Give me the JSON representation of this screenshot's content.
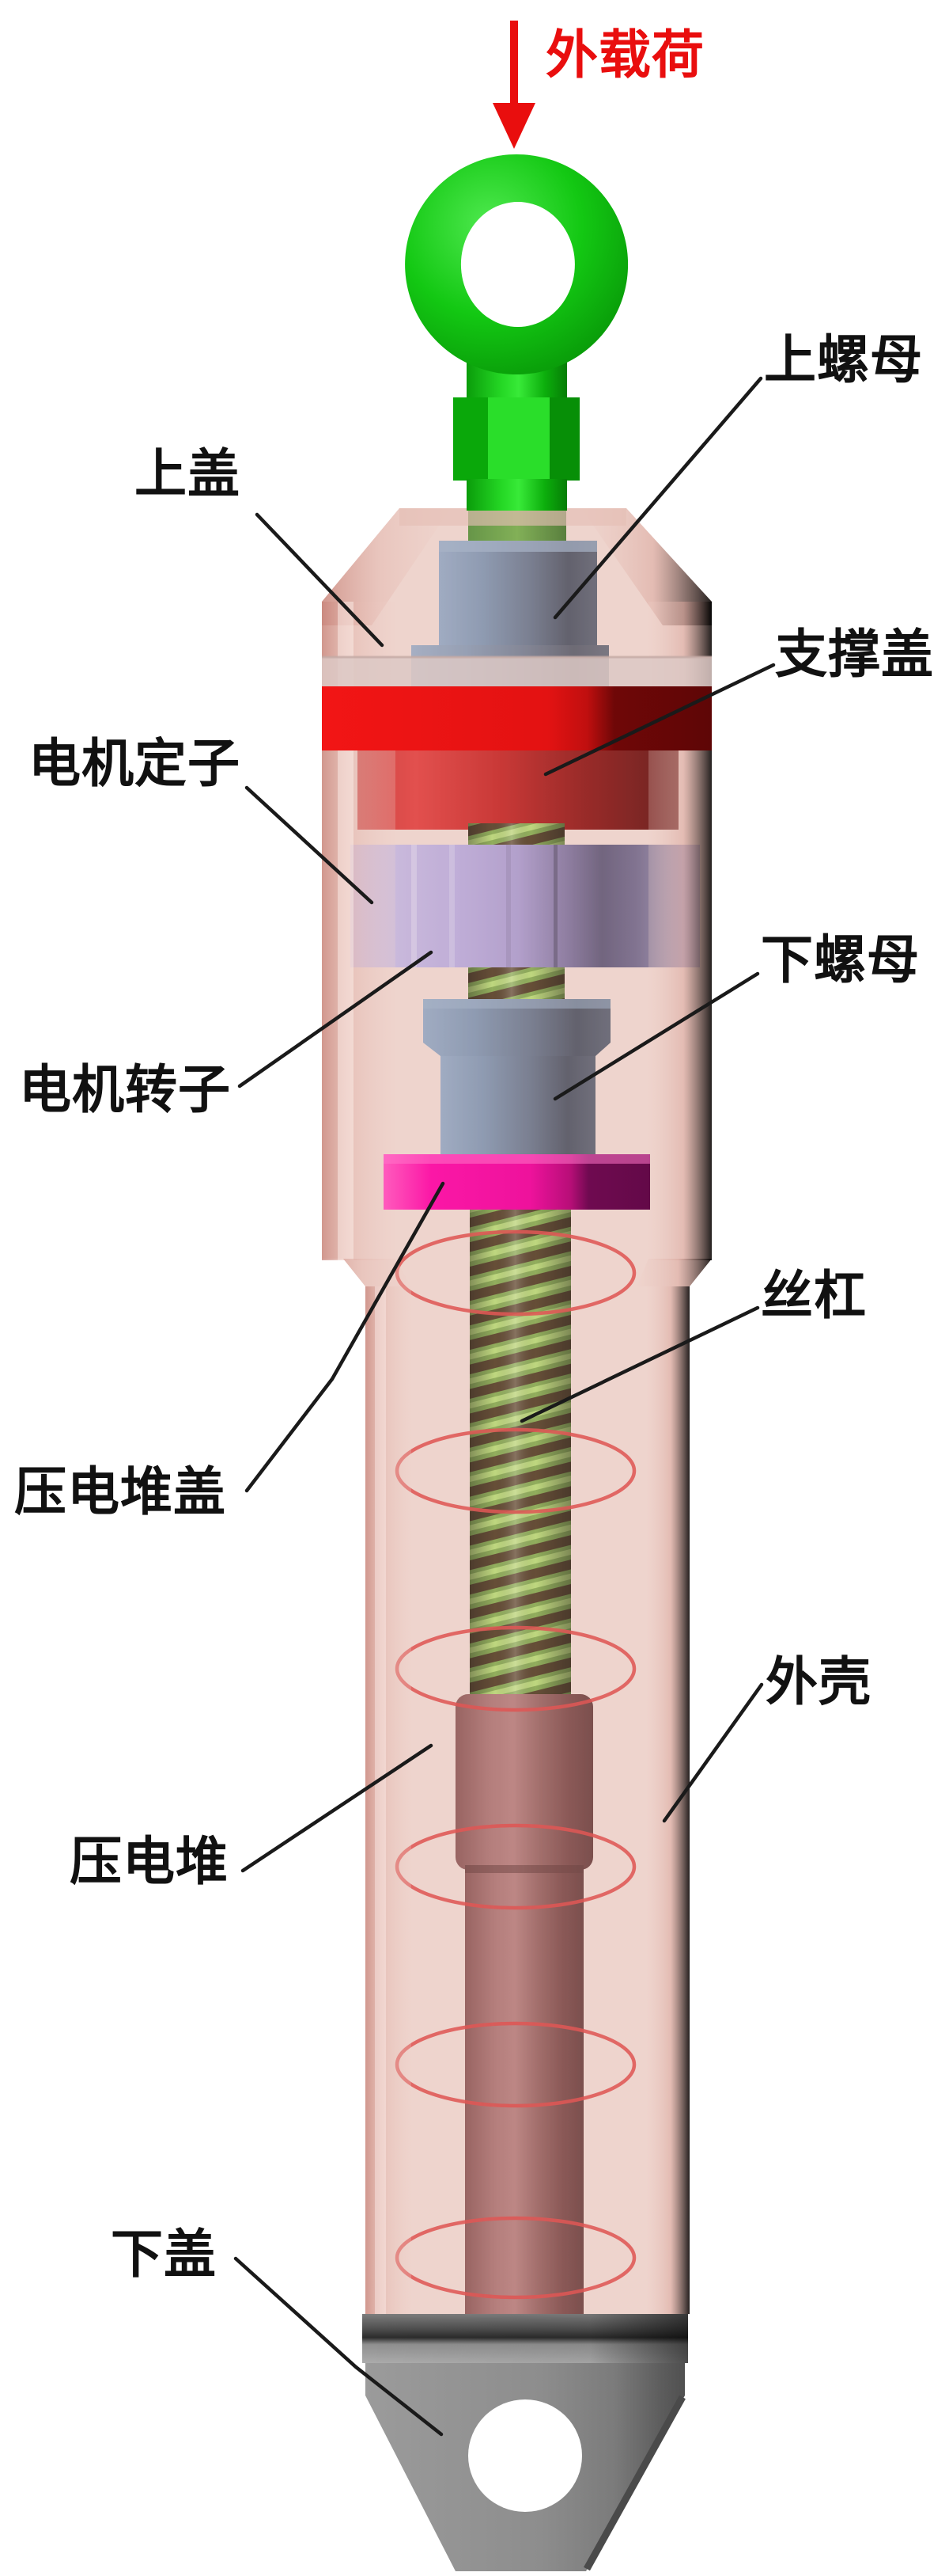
{
  "figure": {
    "kind": "3d-cutaway-component-diagram",
    "description_visible_text_only": true
  },
  "load_arrow": {
    "label": "外载荷",
    "color": "#e90e0e"
  },
  "labels": {
    "upper_cover": "上盖",
    "upper_nut": "上螺母",
    "support_cover": "支撑盖",
    "motor_stator": "电机定子",
    "motor_rotor": "电机转子",
    "lower_nut": "下螺母",
    "lead_screw": "丝杠",
    "piezo_stack_cover": "压电堆盖",
    "outer_shell": "外壳",
    "piezo_stack": "压电堆",
    "lower_cover": "下盖"
  },
  "colors": {
    "eye_ring": "#11c911",
    "support_cover_band": "#e51212",
    "support_cover_dark": "#6f0707",
    "motor_stator": "#b9ace0",
    "nut_steel_blue": "#7e95b2",
    "piezo_stack_cover_band": "#f215a2",
    "lead_screw_green": "#82ac4e",
    "piezo_stack_brown": "#9c6464",
    "outer_shell_pink": "#e2b7af",
    "lower_cover_gray": "#8d8d8d",
    "spring_red": "#dd4444",
    "leader_line": "#1a1a1a",
    "label_text": "#111111",
    "background": "#ffffff"
  }
}
